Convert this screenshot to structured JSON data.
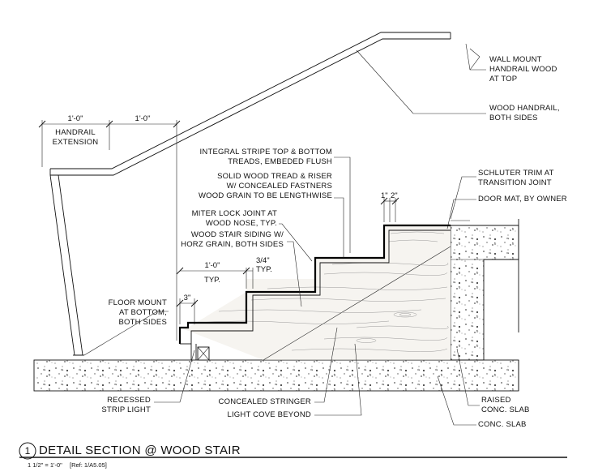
{
  "title": {
    "number": "1",
    "text": "DETAIL SECTION @ WOOD STAIR",
    "scale": "1 1/2\" = 1'-0\"",
    "ref": "[Ref: 1/A5.05]"
  },
  "dimensions": {
    "handrail_ext_left": "1'-0\"",
    "handrail_ext_right": "1'-0\"",
    "handrail_ext_label_1": "HANDRAIL",
    "handrail_ext_label_2": "EXTENSION",
    "tread": "1'-0\"",
    "tread_typ": "TYP.",
    "riser": "3/4\"",
    "riser_typ": "TYP.",
    "bottom_offset": "3\"",
    "top_nose": "1\"",
    "top_nose_b": "2\""
  },
  "notes": {
    "wall_mount": [
      "WALL MOUNT",
      "HANDRAIL WOOD",
      "AT TOP"
    ],
    "wood_handrail": [
      "WOOD HANDRAIL,",
      "BOTH SIDES"
    ],
    "integral_stripe": [
      "INTEGRAL STRIPE TOP & BOTTOM",
      "TREADS, EMBEDED FLUSH"
    ],
    "solid_wood": [
      "SOLID WOOD TREAD & RISER",
      "W/ CONCEALED FASTNERS",
      "WOOD GRAIN TO BE LENGTHWISE"
    ],
    "schluter": [
      "SCHLUTER TRIM AT",
      "TRANSITION JOINT"
    ],
    "door_mat": [
      "DOOR MAT, BY OWNER"
    ],
    "miter": [
      "MITER LOCK JOINT AT",
      "WOOD NOSE, TYP."
    ],
    "siding": [
      "WOOD STAIR SIDING W/",
      "HORZ GRAIN, BOTH SIDES"
    ],
    "floor_mount": [
      "FLOOR MOUNT",
      "AT BOTTOM,",
      "BOTH SIDES"
    ],
    "recessed": [
      "RECESSED",
      "STRIP LIGHT"
    ],
    "stringer": [
      "CONCEALED STRINGER"
    ],
    "light_cove": [
      "LIGHT COVE BEYOND"
    ],
    "raised_slab": [
      "RAISED",
      "CONC. SLAB"
    ],
    "conc_slab": [
      "CONC. SLAB"
    ]
  }
}
